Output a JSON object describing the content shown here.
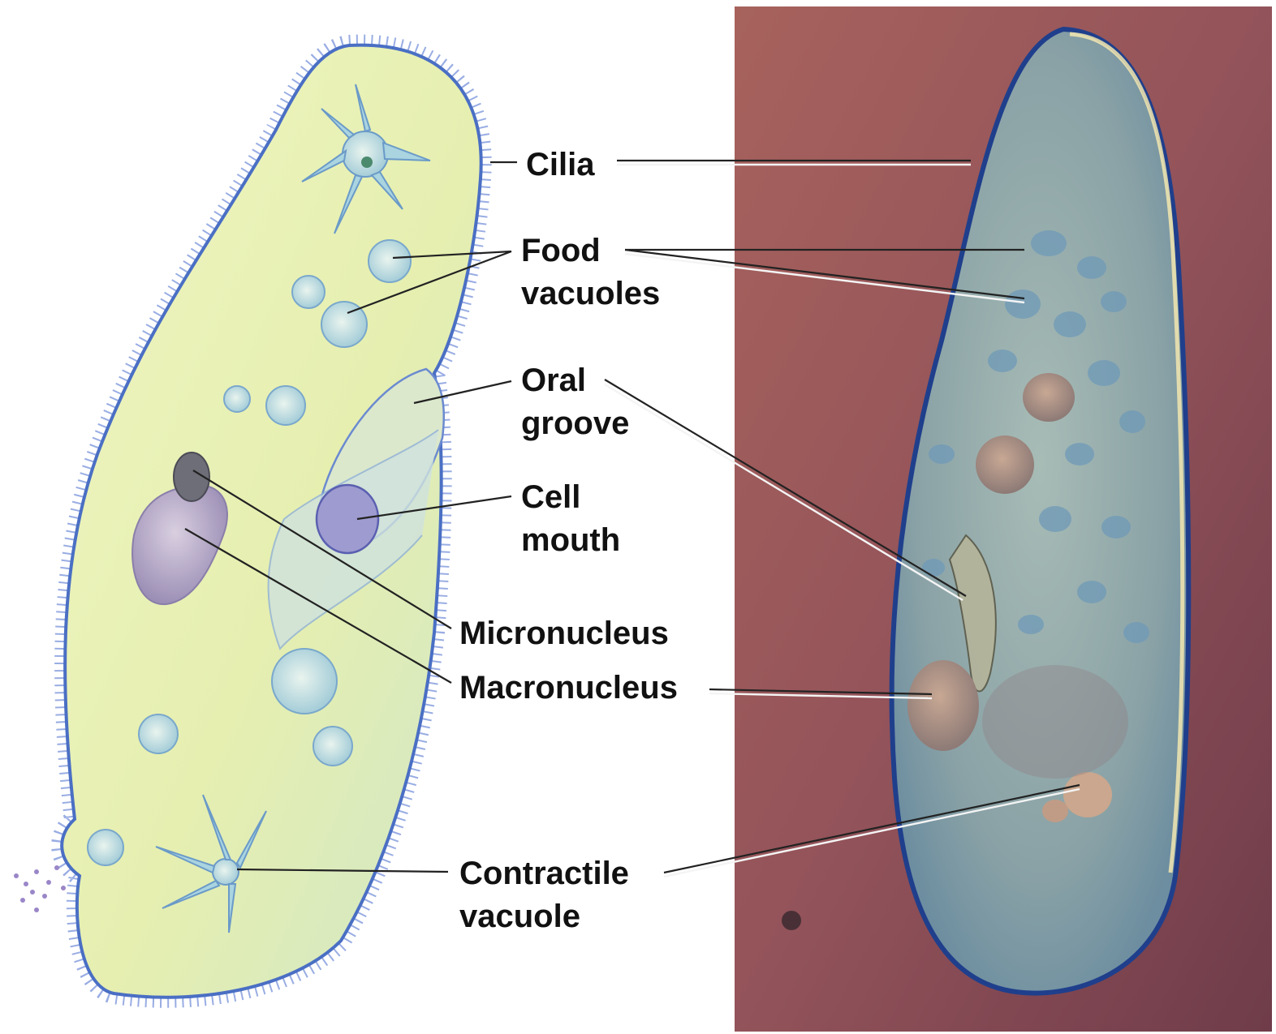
{
  "labels": {
    "cilia": "Cilia",
    "food_vacuoles": [
      "Food",
      "vacuoles"
    ],
    "oral_groove": [
      "Oral",
      "groove"
    ],
    "cell_mouth": [
      "Cell",
      "mouth"
    ],
    "micronucleus": "Micronucleus",
    "macronucleus": "Macronucleus",
    "contractile_vacuole": [
      "Contractile",
      "vacuole"
    ]
  },
  "colors": {
    "drawing_body": "#e8f0b8",
    "drawing_outline": "#4a6fc4",
    "photo_background": "#9a5b58",
    "photo_cell": "#8ea6a8",
    "label_text": "#111111"
  }
}
